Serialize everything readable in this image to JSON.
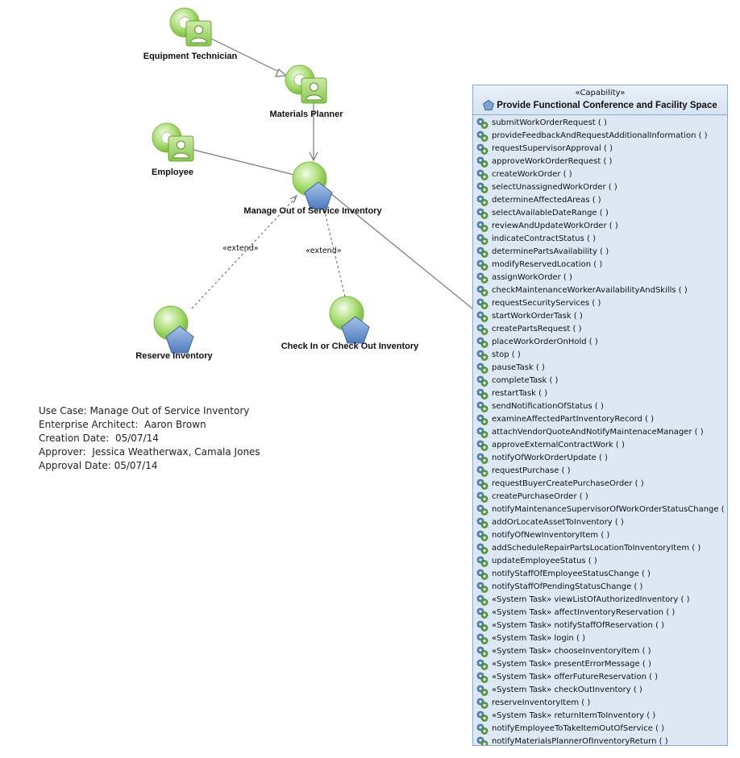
{
  "actors": [
    {
      "id": "equipment-technician",
      "label": "Equipment Technician"
    },
    {
      "id": "materials-planner",
      "label": "Materials Planner"
    },
    {
      "id": "employee",
      "label": "Employee"
    }
  ],
  "use_cases": [
    {
      "id": "manage-out-of-service-inventory",
      "label": "Manage Out of Service Inventory"
    },
    {
      "id": "reserve-inventory",
      "label": "Reserve Inventory"
    },
    {
      "id": "check-in-or-check-out-inventory",
      "label": "Check In or Check Out Inventory"
    }
  ],
  "relationships": {
    "extend_label_1": "«extend»",
    "extend_label_2": "«extend»"
  },
  "info": {
    "use_case": "Use Case: Manage Out of Service Inventory",
    "architect": "Enterprise Architect:  Aaron Brown",
    "creation_date": "Creation Date:  05/07/14",
    "approver": "Approver:  Jessica Weatherwax, Camala Jones",
    "approval_date": "Approval Date: 05/07/14"
  },
  "capability": {
    "stereotype": "«Capability»",
    "title": "Provide Functional Conference and Facility Space",
    "operations": [
      "submitWorkOrderRequest ( )",
      "provideFeedbackAndRequestAdditionalInformation ( )",
      "requestSupervisorApproval ( )",
      "approveWorkOrderRequest ( )",
      "createWorkOrder ( )",
      "selectUnassignedWorkOrder ( )",
      "determineAffectedAreas ( )",
      "selectAvailableDateRange ( )",
      "reviewAndUpdateWorkOrder ( )",
      "indicateContractStatus ( )",
      "determinePartsAvailability ( )",
      "modifyReservedLocation ( )",
      "assignWorkOrder ( )",
      "checkMaintenanceWorkerAvailabilityAndSkills ( )",
      "requestSecurityServices ( )",
      "startWorkOrderTask ( )",
      "createPartsRequest ( )",
      "placeWorkOrderOnHold ( )",
      "stop ( )",
      "pauseTask ( )",
      "completeTask ( )",
      "restartTask ( )",
      "sendNotificationOfStatus ( )",
      "examineAffectedPartInventoryRecord ( )",
      "attachVendorQuoteAndNotifyMaintenaceManager ( )",
      "approveExternalContractWork ( )",
      "notifyOfWorkOrderUpdate ( )",
      "requestPurchase ( )",
      "requestBuyerCreatePurchaseOrder ( )",
      "createPurchaseOrder ( )",
      "notifyMaintenanceSupervisorOfWorkOrderStatusChange ( )",
      "addOrLocateAssetToInventory ( )",
      "notifyOfNewInventoryItem ( )",
      "addScheduleRepairPartsLocationToInventoryItem ( )",
      "updateEmployeeStatus ( )",
      "notifyStaffOfEmployeeStatusChange ( )",
      "notifyStaffOfPendingStatusChange ( )",
      "«System Task» viewListOfAuthorizedInventory ( )",
      "«System Task» affectInventoryReservation ( )",
      "«System Task» notifyStaffOfReservation ( )",
      "«System Task» login ( )",
      "«System Task» chooseInventoryItem ( )",
      "«System Task» presentErrorMessage ( )",
      "«System Task» offerFutureReservation ( )",
      "«System Task» checkOutInventory ( )",
      "reserveInventoryItem ( )",
      "«System Task» returnItemToInventory ( )",
      "notifyEmployeeToTakeItemOutOfService ( )",
      "notifyMaterialsPlannerOfInventoryReturn ( )"
    ]
  },
  "colors": {
    "usecase_green": "#8fd04a",
    "pentagon_blue": "#6b93c9",
    "capability_fill": "#dde8f4",
    "capability_border": "#8ea9c9"
  }
}
